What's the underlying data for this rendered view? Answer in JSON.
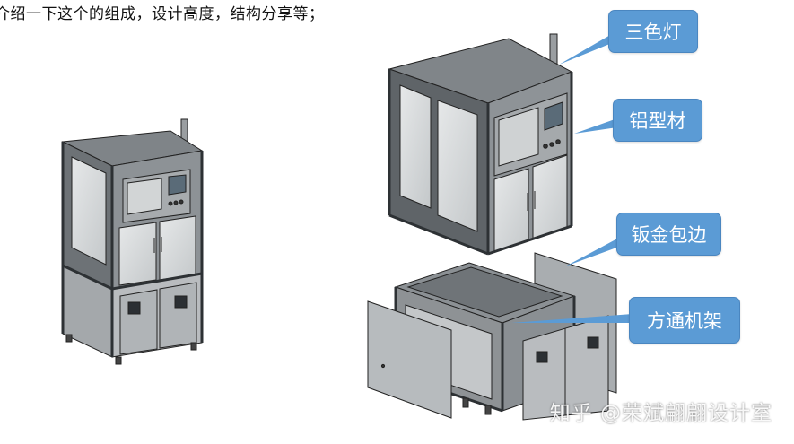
{
  "intro_text": "介绍一下这个的组成，设计高度，结构分享等；",
  "callouts": {
    "tricolor_light": "三色灯",
    "aluminum_profile": "铝型材",
    "sheet_metal_edge": "钣金包边",
    "square_tube_frame": "方通机架"
  },
  "watermark": "知乎 @荣斌翩翩设计室",
  "colors": {
    "callout_fill": "#5b9bd5",
    "frame": "#555a5e",
    "panel_gray": "#b9bcbf",
    "glass": "#d7dadb"
  }
}
